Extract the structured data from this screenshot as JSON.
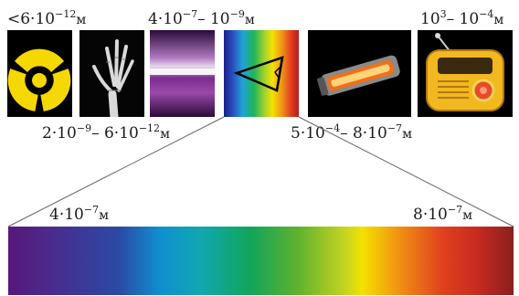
{
  "labels": {
    "gamma": {
      "pre": "<6·10",
      "exp": "−12",
      "unit": "м"
    },
    "uv": {
      "pre": "4·10",
      "exp": "−7",
      "mid": "– 10",
      "exp2": "−9",
      "unit": "м"
    },
    "radio": {
      "pre": "10",
      "exp": "3",
      "mid": "– 10",
      "exp2": "−4",
      "unit": "м"
    },
    "xray": {
      "pre": "2·10",
      "exp": "−9",
      "mid": "– 6·10",
      "exp2": "−12",
      "unit": "м"
    },
    "ir": {
      "pre": "5·10",
      "exp": "−4",
      "mid": "– 8·10",
      "exp2": "−7",
      "unit": "м"
    },
    "vis_min": {
      "pre": "4·10",
      "exp": "−7",
      "unit": "м"
    },
    "vis_max": {
      "pre": "8·10",
      "exp": "−7",
      "unit": "м"
    }
  },
  "tiles": [
    "radiation-hazard-icon",
    "xray-hand-image",
    "ultraviolet-lamp-image",
    "visible-spectrum-prism-image",
    "infrared-heater-image",
    "radio-receiver-icon"
  ],
  "colors": {
    "hazard_yellow": "#f5d800",
    "tile_black": "#000000",
    "connector": "#666666"
  }
}
